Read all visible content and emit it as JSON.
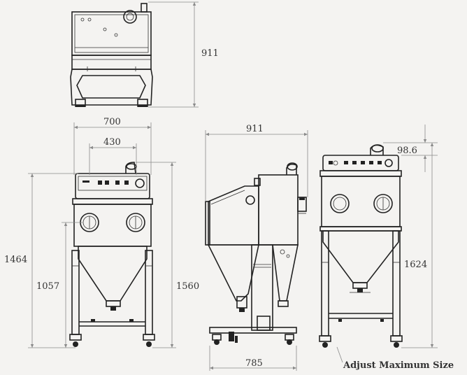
{
  "dimensions": {
    "top_view_depth": "911",
    "front_width": "700",
    "front_inner_width": "430",
    "front_height_total": "1464",
    "front_height_work": "1057",
    "front_height_cyclone": "1560",
    "side_depth": "911",
    "side_base_depth": "785",
    "back_top_offset": "98.6",
    "back_height": "1624"
  },
  "note": "Adjust Maximum Size",
  "colors": {
    "background": "#f4f3f1",
    "line": "#222222",
    "dimension": "#8a8a8a"
  }
}
